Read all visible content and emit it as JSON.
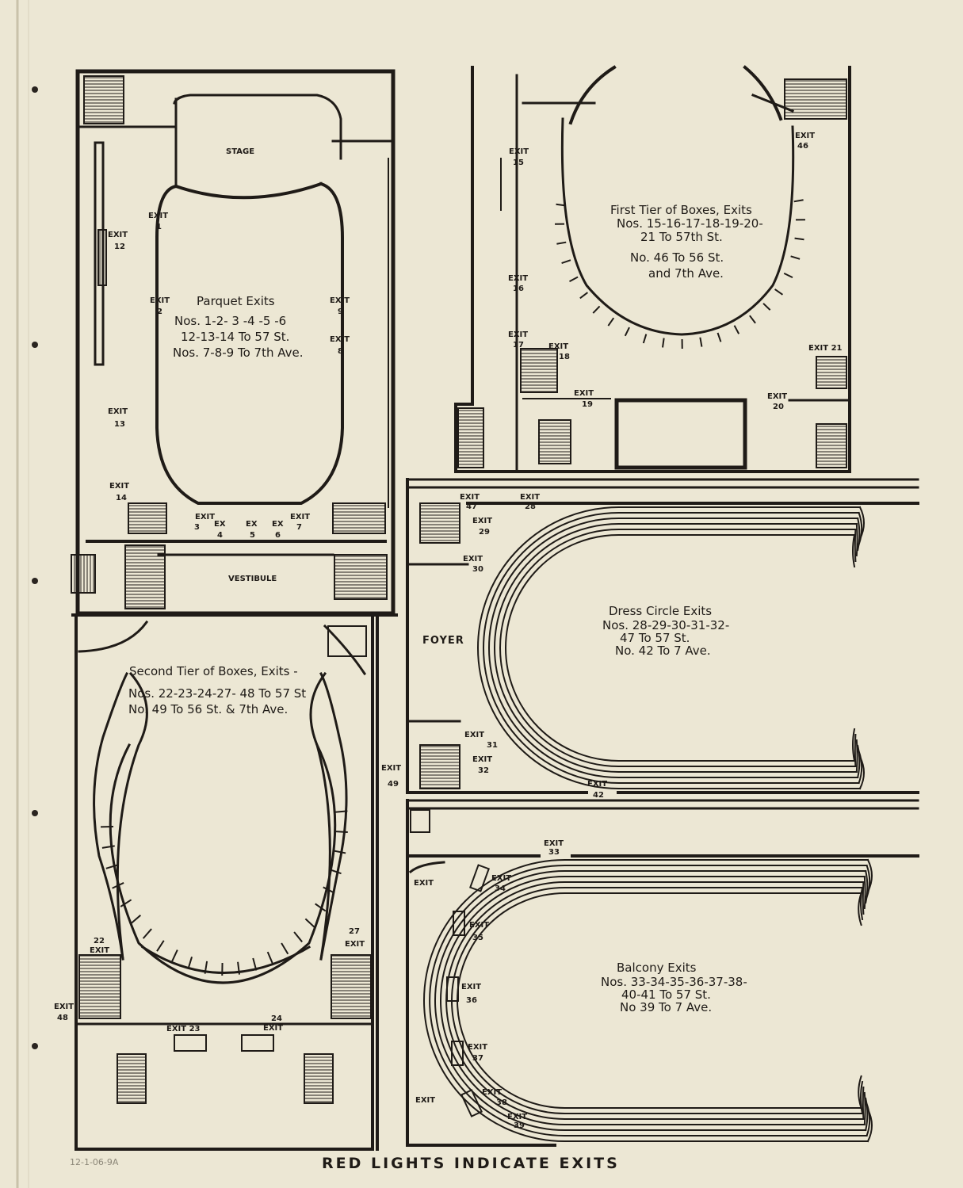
{
  "colors": {
    "paper": "#ece7d4",
    "ink": "#1f1b17"
  },
  "parquet": {
    "stage": "STAGE",
    "vestibule": "VESTIBULE",
    "title": "Parquet Exits",
    "line1": "Nos. 1-2- 3 -4 -5 -6",
    "line2": "12-13-14 To 57 St.",
    "line3": "Nos. 7-8-9 To 7th Ave.",
    "exit_word": "EXIT",
    "ex_word": "EX",
    "n1": "1",
    "n2": "2",
    "n3": "3",
    "n4": "4",
    "n5": "5",
    "n6": "6",
    "n7": "7",
    "n8": "8",
    "n9": "9",
    "n12": "12",
    "n13": "13",
    "n14": "14"
  },
  "first_tier": {
    "line1": "First Tier of Boxes, Exits",
    "line2": "Nos. 15-16-17-18-19-20-",
    "line3": "21 To 57th St.",
    "line4": "No. 46 To 56 St.",
    "line5": "and 7th Ave.",
    "n15": "15",
    "n16": "16",
    "n17": "17",
    "n18": "18",
    "n19": "19",
    "n20": "20",
    "exit21": "EXIT 21",
    "n46": "46"
  },
  "second_tier": {
    "line1": "Second Tier of Boxes, Exits -",
    "line2": "Nos. 22-23-24-27- 48 To 57 St",
    "line3": "No. 49 To 56 St. & 7th Ave.",
    "n22": "22",
    "exit23": "EXIT 23",
    "n24": "24",
    "n27": "27",
    "n48": "48",
    "n49": "49"
  },
  "dress_circle": {
    "title": "Dress Circle Exits",
    "line1": "Nos. 28-29-30-31-32-",
    "line2": "47 To 57 St.",
    "line3": "No. 42 To 7 Ave.",
    "foyer": "FOYER",
    "n28": "28",
    "n29": "29",
    "n30": "30",
    "n31": "31",
    "n32": "32",
    "n42": "42",
    "n47": "47"
  },
  "balcony": {
    "title": "Balcony Exits",
    "line1": "Nos. 33-34-35-36-37-38-",
    "line2": "40-41 To 57 St.",
    "line3": "No 39 To 7 Ave.",
    "n33": "33",
    "n34": "34",
    "n35": "35",
    "n36": "36",
    "n37": "37",
    "n38": "38",
    "n39": "39"
  },
  "footer": "RED LIGHTS INDICATE EXITS",
  "archive_note": "12-1-06-9A"
}
